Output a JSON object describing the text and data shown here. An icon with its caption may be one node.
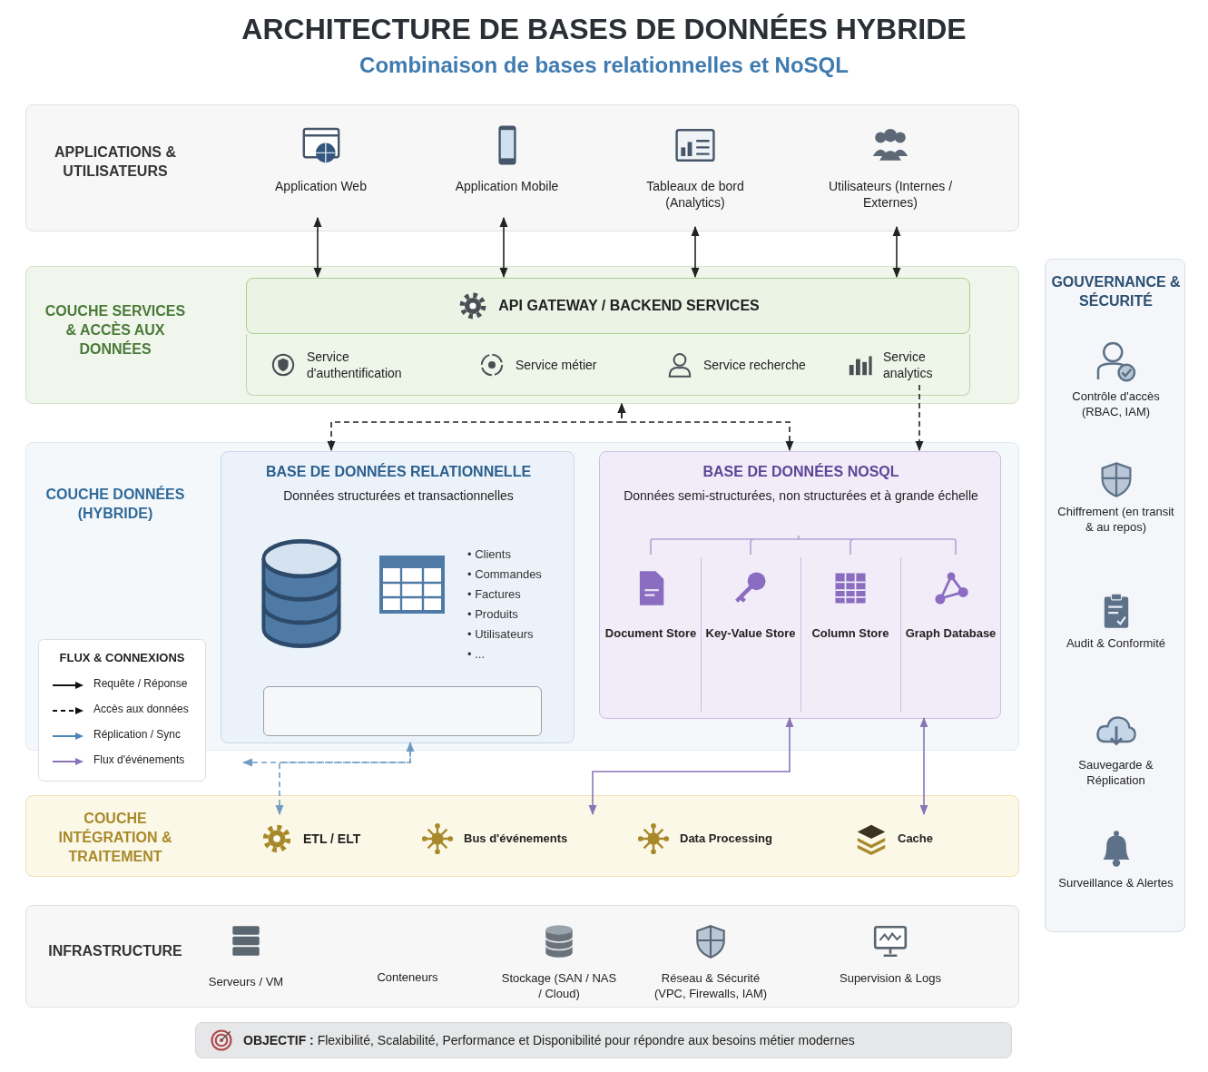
{
  "diagram": {
    "title": "ARCHITECTURE DE BASES DE DONNÉES HYBRIDE",
    "nodes": [
      {
        "text": [
          "APPLICATIONS & UTILISATEURS"
        ]
      },
      {
        "text": [
          "Application Web"
        ],
        "in": 0
      },
      {
        "text": [
          "Application Mobile"
        ],
        "in": 0
      },
      {
        "text": [
          "Tableaux de bord (Analytics)"
        ],
        "in": 0
      },
      {
        "text": [
          "Utilisateurs (Internes / Externes)"
        ],
        "in": 0
      },
      {
        "text": [
          "COUCHE SERVICES & ACCÈS AUX DONNÉES"
        ]
      },
      {
        "text": [
          "API GATEWAY / BACKEND SERVICES"
        ],
        "in": 5
      },
      {
        "text": [
          "Service d'authentification"
        ],
        "in": 5
      },
      {
        "text": [
          "Service métier"
        ],
        "in": 5
      },
      {
        "text": [
          "Service recherche"
        ],
        "in": 5
      },
      {
        "text": [
          "Service analytics"
        ],
        "in": 5
      },
      {
        "text": [
          "COUCHE DONNÉES (HYBRIDE)"
        ]
      },
      {
        "text": [
          "BASE DE DONNÉES RELATIONNELLE",
          "Données structurées et transactionnelles"
        ],
        "in": 11
      },
      {
        "text": [
          "• Clients",
          "• Commandes",
          "• Factures",
          "• Produits",
          "• Utilisateurs",
          "• ..."
        ],
        "in": 12
      },
      {
        "text": [],
        "shape": "box",
        "in": 12
      },
      {
        "text": [
          "BASE DE DONNÉES NOSQL",
          "Données semi-structurées, non structurées et à grande échelle"
        ],
        "in": 11
      },
      {
        "text": [
          "Document Store"
        ],
        "in": 15
      },
      {
        "text": [
          "Key-Value Store"
        ],
        "in": 15
      },
      {
        "text": [
          "Column Store"
        ],
        "in": 15
      },
      {
        "text": [
          "Graph Database"
        ],
        "in": 15
      },
      {
        "text": [
          "COUCHE INTÉGRATION & TRAITEMENT"
        ]
      },
      {
        "text": [
          "ETL / ELT"
        ],
        "in": 20
      },
      {
        "text": [
          "Bus d'événements"
        ],
        "in": 20
      },
      {
        "text": [
          "Data Processing"
        ],
        "in": 20
      },
      {
        "text": [
          "Cache"
        ],
        "in": 20
      },
      {
        "text": [
          "INFRASTRUCTURE"
        ]
      },
      {
        "text": [
          "Serveurs / VM"
        ],
        "in": 25
      },
      {
        "text": [
          "Conteneurs"
        ],
        "in": 25
      },
      {
        "text": [
          "Stockage (SAN / NAS / Cloud)"
        ],
        "in": 25
      },
      {
        "text": [
          "Réseau & Sécurité (VPC, Firewalls, IAM)"
        ],
        "in": 25
      },
      {
        "text": [
          "Supervision & Logs"
        ],
        "in": 25
      },
      {
        "text": [
          "GOUVERNANCE & SÉCURITÉ"
        ]
      },
      {
        "text": [
          "Contrôle d'accès (RBAC, IAM)"
        ],
        "in": 31
      },
      {
        "text": [
          "Chiffrement (en transit & au repos)"
        ],
        "in": 31
      },
      {
        "text": [
          "Audit & Conformité"
        ],
        "in": 31
      },
      {
        "text": [
          "Sauvegarde & Réplication"
        ],
        "in": 31
      },
      {
        "text": [
          "Surveillance & Alertes"
        ],
        "in": 31
      },
      {
        "text": [
          "**OBJECTIF :** Flexibilité, Scalabilité, Performance et Disponibilité pour répondre aux besoins métier modernes"
        ]
      }
    ],
    "edges": [
      {
        "from": 1,
        "to": 6,
        "arrow": "both"
      },
      {
        "from": 2,
        "to": 6,
        "arrow": "both"
      },
      {
        "from": 3,
        "to": 6,
        "arrow": "both"
      },
      {
        "from": 4,
        "to": 6,
        "arrow": "both"
      },
      {
        "from": 5,
        "to": 12,
        "arrow": "both",
        "style": "dashed"
      },
      {
        "from": 5,
        "to": 15,
        "arrow": "both",
        "style": "dashed"
      },
      {
        "from": 10,
        "to": 15,
        "arrow": "to",
        "style": "dashed"
      },
      {
        "from": 21,
        "to": 12,
        "arrow": "both",
        "style": "dashed",
        "color": "#6f9cc4"
      },
      {
        "from": 12,
        "to": null,
        "arrow": "to",
        "style": "dashed",
        "color": "#6f9cc4"
      },
      {
        "from": 22,
        "to": 15,
        "arrow": "both",
        "color": "#8a74b8"
      },
      {
        "from": 24,
        "to": 15,
        "arrow": "both",
        "color": "#8a74b8"
      }
    ],
    "labels": [
      "Combinaison de bases relationnelles et NoSQL",
      "FLUX & CONNEXIONS"
    ],
    "legend": [
      {
        "text": "Requête / Réponse"
      },
      {
        "text": "Accès aux données"
      },
      {
        "text": "Réplication / Sync"
      },
      {
        "text": "Flux d'événements"
      }
    ]
  }
}
